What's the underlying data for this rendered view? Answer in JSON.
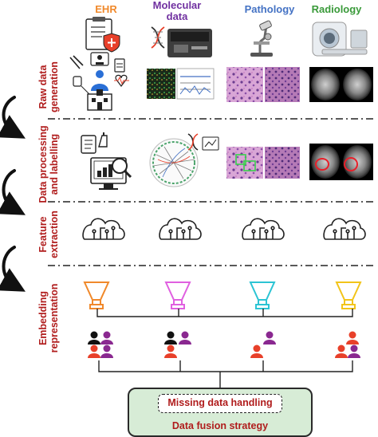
{
  "columns": [
    {
      "id": "ehr",
      "title": "EHR",
      "color": "#f0892b"
    },
    {
      "id": "molecular",
      "title": "Molecular data",
      "title_lines": [
        "Molecular",
        "data"
      ],
      "color": "#7030a0"
    },
    {
      "id": "pathology",
      "title": "Pathology",
      "color": "#4472c4"
    },
    {
      "id": "radiology",
      "title": "Radiology",
      "color": "#3a9a3a"
    }
  ],
  "stages": [
    {
      "id": "raw",
      "lines": [
        "Raw data",
        "generation"
      ]
    },
    {
      "id": "processing",
      "lines": [
        "Data processing",
        "and labelling"
      ]
    },
    {
      "id": "feature",
      "lines": [
        "Feature",
        "extraction"
      ]
    },
    {
      "id": "embedding",
      "lines": [
        "Embedding",
        "representation"
      ]
    }
  ],
  "colors": {
    "label_red": "#b01c1c",
    "fusion_fill": "#d7ecd6",
    "ehr_orange": "#f0892b",
    "funnel_pink": "#e060e0",
    "funnel_cyan": "#2cc4d4",
    "funnel_yellow": "#f2c41a",
    "person_black": "#111111",
    "person_red": "#e8402a",
    "person_purple": "#8a2890"
  },
  "icons": [
    "clipboard-shield-icon",
    "dna-sequencer-icon",
    "microscope-icon",
    "mri-scanner-icon",
    "cloud-circuit-icon",
    "funnel-icon",
    "person-icon",
    "curved-arrow-icon"
  ],
  "fusion": {
    "missing_data": "Missing data handling",
    "strategy": "Data fusion strategy"
  }
}
